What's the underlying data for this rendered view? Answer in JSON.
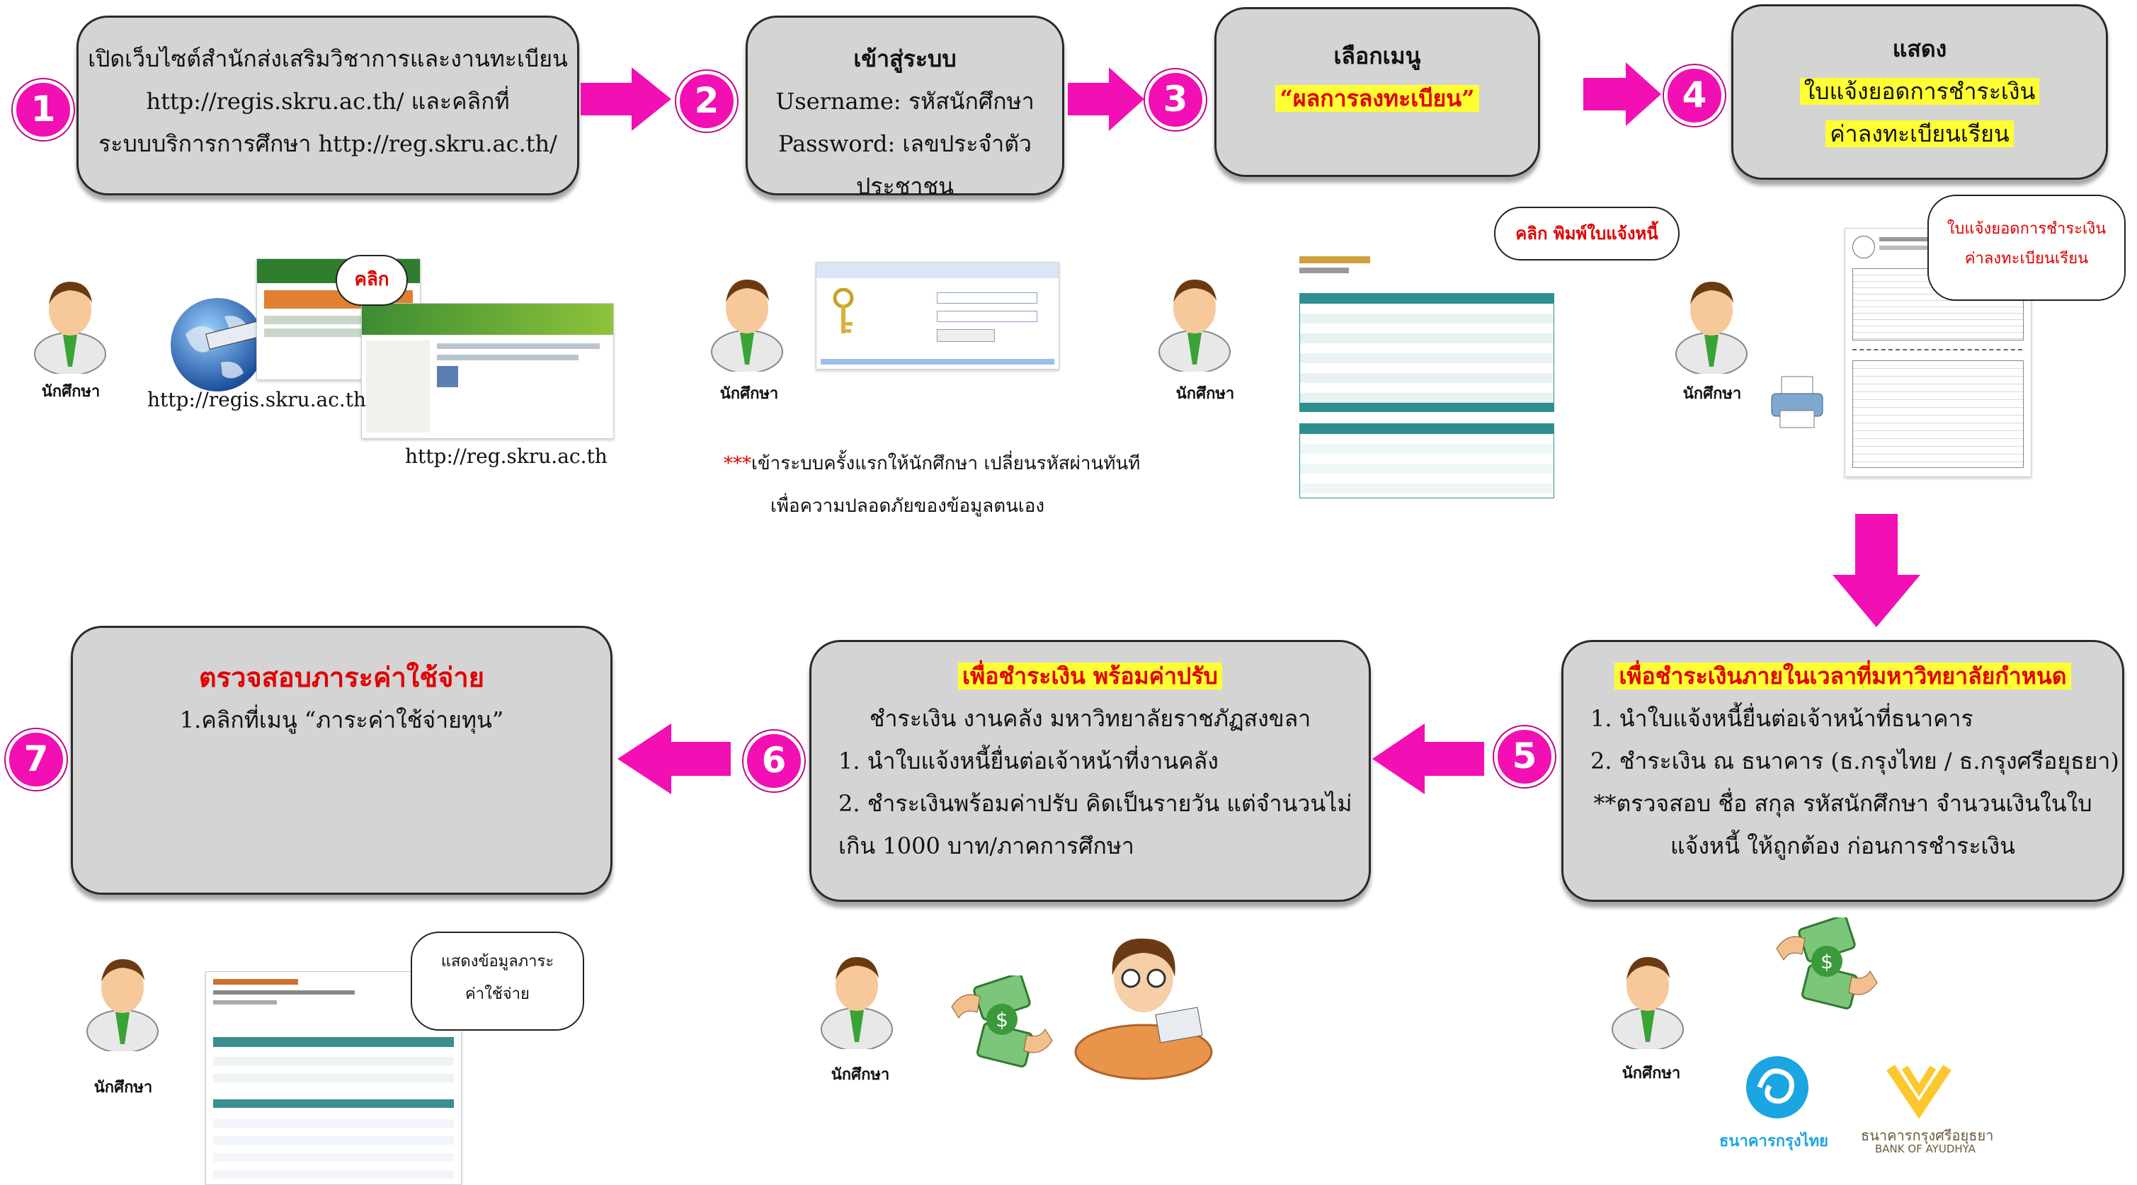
{
  "steps": {
    "s1": {
      "number": "1",
      "line1": "เปิดเว็บไซต์สำนักส่งเสริมวิชาการและงานทะเบียน",
      "line2": "http://regis.skru.ac.th/   และคลิกที่",
      "line3": "ระบบบริการการศึกษา http://reg.skru.ac.th/"
    },
    "s2": {
      "number": "2",
      "title": "เข้าสู่ระบบ",
      "line1": "Username: รหัสนักศึกษา",
      "line2": "Password: เลขประจำตัวประชาชน"
    },
    "s3": {
      "number": "3",
      "title": "เลือกเมนู",
      "highlight": "“ผลการลงทะเบียน”"
    },
    "s4": {
      "number": "4",
      "title": "แสดง",
      "highlight1": "ใบแจ้งยอดการชำระเงิน",
      "highlight2": "ค่าลงทะเบียนเรียน"
    },
    "s5": {
      "number": "5",
      "highlight": "เพื่อชำระเงินภายในเวลาที่มหาวิทยาลัยกำหนด",
      "line1": "1. นำใบแจ้งหนี้ยื่นต่อเจ้าหน้าที่ธนาคาร",
      "line2": "2. ชำระเงิน ณ ธนาคาร (ธ.กรุงไทย / ธ.กรุงศรีอยุธยา)",
      "line3": "**ตรวจสอบ ชื่อ  สกุล  รหัสนักศึกษา จำนวนเงินในใบ",
      "line4": "แจ้งหนี้  ให้ถูกต้อง ก่อนการชำระเงิน"
    },
    "s6": {
      "number": "6",
      "highlight": "เพื่อชำระเงิน พร้อมค่าปรับ",
      "line1": "ชำระเงิน งานคลัง มหาวิทยาลัยราชภัฏสงขลา",
      "line2": "1. นำใบแจ้งหนี้ยื่นต่อเจ้าหน้าที่งานคลัง",
      "line3": "2. ชำระเงินพร้อมค่าปรับ คิดเป็นรายวัน แต่จำนวนไม่",
      "line4": "เกิน 1000 บาท/ภาคการศึกษา"
    },
    "s7": {
      "number": "7",
      "title": "ตรวจสอบภาระค่าใช้จ่าย",
      "line1": "1.คลิกที่เมนู “ภาระค่าใช้จ่ายทุน”"
    }
  },
  "student_label": "นักศึกษา",
  "callouts": {
    "click": "คลิก",
    "print_invoice": "คลิก พิมพ์ใบแจ้งหนี้",
    "invoice_line1": "ใบแจ้งยอดการชำระเงิน",
    "invoice_line2": "ค่าลงทะเบียนเรียน",
    "expense_line1": "แสดงข้อมูลภาระ",
    "expense_line2": "ค่าใช้จ่าย"
  },
  "captions": {
    "regis_url": "http://regis.skru.ac.th",
    "reg_url": "http://reg.skru.ac.th",
    "first_login_line1_prefix": "***",
    "first_login_line1": "เข้าระบบครั้งแรกให้นักศึกษา เปลี่ยนรหัสผ่านทันที",
    "first_login_line2": "เพื่อความปลอดภัยของข้อมูลตนเอง"
  },
  "banks": {
    "ktb": "ธนาคารกรุงไทย",
    "bay_th": "ธนาคารกรุงศรีอยุธยา",
    "bay_en": "BANK OF AYUDHYA"
  },
  "colors": {
    "arrow": "#f20fb4",
    "box": "#d4d4d4",
    "highlight": "#ffff33",
    "red": "#e00000",
    "ktb": "#1ba5e1",
    "bay": "#fdc82f"
  }
}
